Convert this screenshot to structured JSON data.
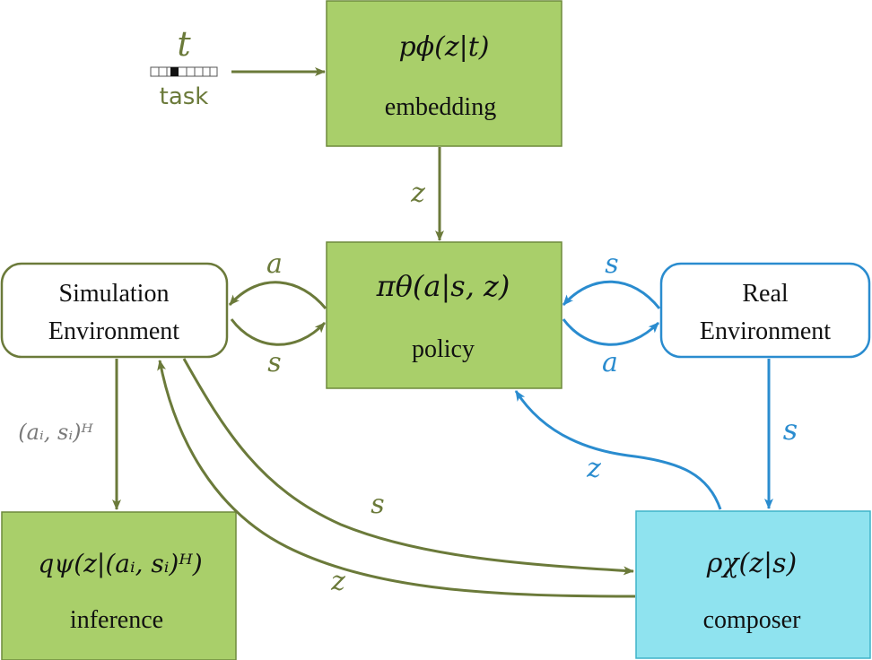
{
  "colors": {
    "olive": "#6b7a3a",
    "blue": "#2a8ccf",
    "green_fill": "#a9cf6a",
    "green_stroke": "#6e8a3c",
    "cyan_fill": "#8fe3ef",
    "cyan_stroke": "#3fb3c9",
    "text": "#111111",
    "gray_text": "#7a7a7a"
  },
  "task": {
    "symbol": "t",
    "label": "task"
  },
  "nodes": {
    "embedding": {
      "formula": "pϕ(z|t)",
      "label": "embedding"
    },
    "policy": {
      "formula": "πθ(a|s, z)",
      "label": "policy"
    },
    "sim_env": {
      "line1": "Simulation",
      "line2": "Environment"
    },
    "real_env": {
      "line1": "Real",
      "line2": "Environment"
    },
    "inference": {
      "formula": "qψ(z|(aᵢ, sᵢ)ᴴ)",
      "label": "inference"
    },
    "composer": {
      "formula": "ρχ(z|s)",
      "label": "composer"
    }
  },
  "edges": {
    "embedding_to_policy": "z",
    "policy_to_sim": "a",
    "sim_to_policy": "s",
    "real_to_policy": "s",
    "policy_to_real": "a",
    "real_to_composer": "s",
    "composer_to_policy": "z",
    "sim_to_composer": "s",
    "composer_to_sim": "z",
    "sim_to_inference": "(aᵢ, sᵢ)ᴴ"
  }
}
